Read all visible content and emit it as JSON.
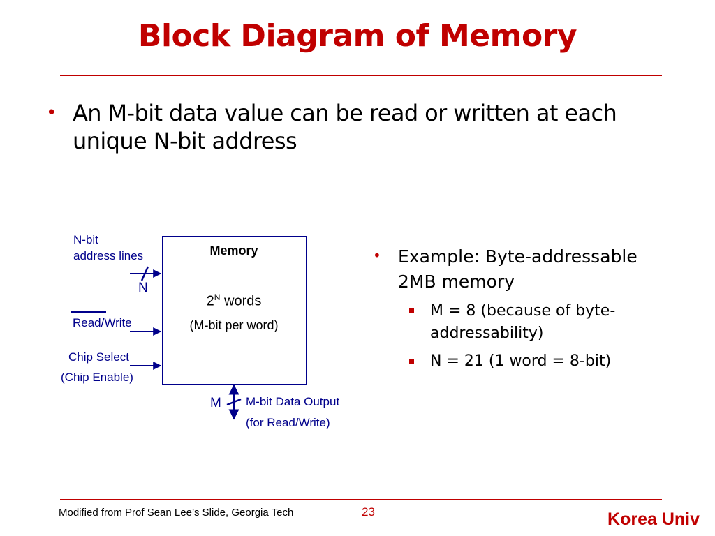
{
  "title": "Block Diagram of Memory",
  "main_bullet": "An M-bit data value can be read or written at each unique N-bit address",
  "diagram": {
    "box_title": "Memory",
    "words_base": "2",
    "words_exp": "N",
    "words_label": "words",
    "per_word": "(M-bit per word)",
    "address_label_line1": "N-bit",
    "address_label_line2": "address lines",
    "address_bus_width": "N",
    "read_write_label": "Read/Write",
    "chip_select_line1": "Chip Select",
    "chip_select_line2": "(Chip Enable)",
    "data_bus_width": "M",
    "data_output_line1": "M-bit Data Output",
    "data_output_line2": "(for Read/Write)"
  },
  "example": {
    "heading_line1": "Example: Byte-addressable",
    "heading_line2": "2MB memory",
    "sub_items": [
      {
        "line1": "M = 8 (because of byte-",
        "line2": "addressability)"
      },
      {
        "line1": "N = 21 (1 word = 8-bit)",
        "line2": ""
      }
    ]
  },
  "footer": {
    "credit": "Modified from Prof Sean Lee’s Slide, Georgia Tech",
    "page_number": "23",
    "brand": "Korea Univ"
  },
  "colors": {
    "accent": "#c00000",
    "diagram_lines": "#00008b",
    "text": "#000000"
  }
}
